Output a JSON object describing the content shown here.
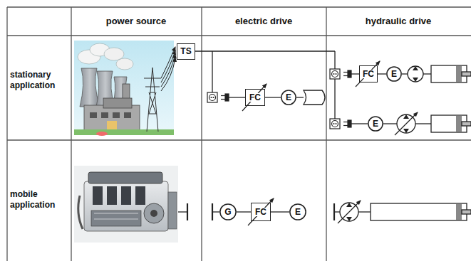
{
  "diagram": {
    "nodes": [
      {
        "text": [
          "TS"
        ]
      },
      {
        "text": [
          "FC"
        ]
      },
      {
        "text": [
          "E"
        ]
      },
      {
        "text": [
          "FC"
        ]
      },
      {
        "text": [
          "E"
        ]
      },
      {
        "text": [
          "E"
        ]
      },
      {
        "text": [
          "G"
        ]
      },
      {
        "text": [
          "FC"
        ]
      },
      {
        "text": [
          "E"
        ]
      }
    ],
    "edges": [
      {
        "from": 1,
        "to": 2,
        "arrow": "none"
      },
      {
        "from": 3,
        "to": 4,
        "arrow": "none"
      },
      {
        "from": 6,
        "to": 7,
        "arrow": "none"
      },
      {
        "from": 7,
        "to": 8,
        "arrow": "none"
      }
    ],
    "labels": [
      "power source",
      "electric drive",
      "hydraulic drive",
      "stationary application",
      "mobile application"
    ]
  }
}
